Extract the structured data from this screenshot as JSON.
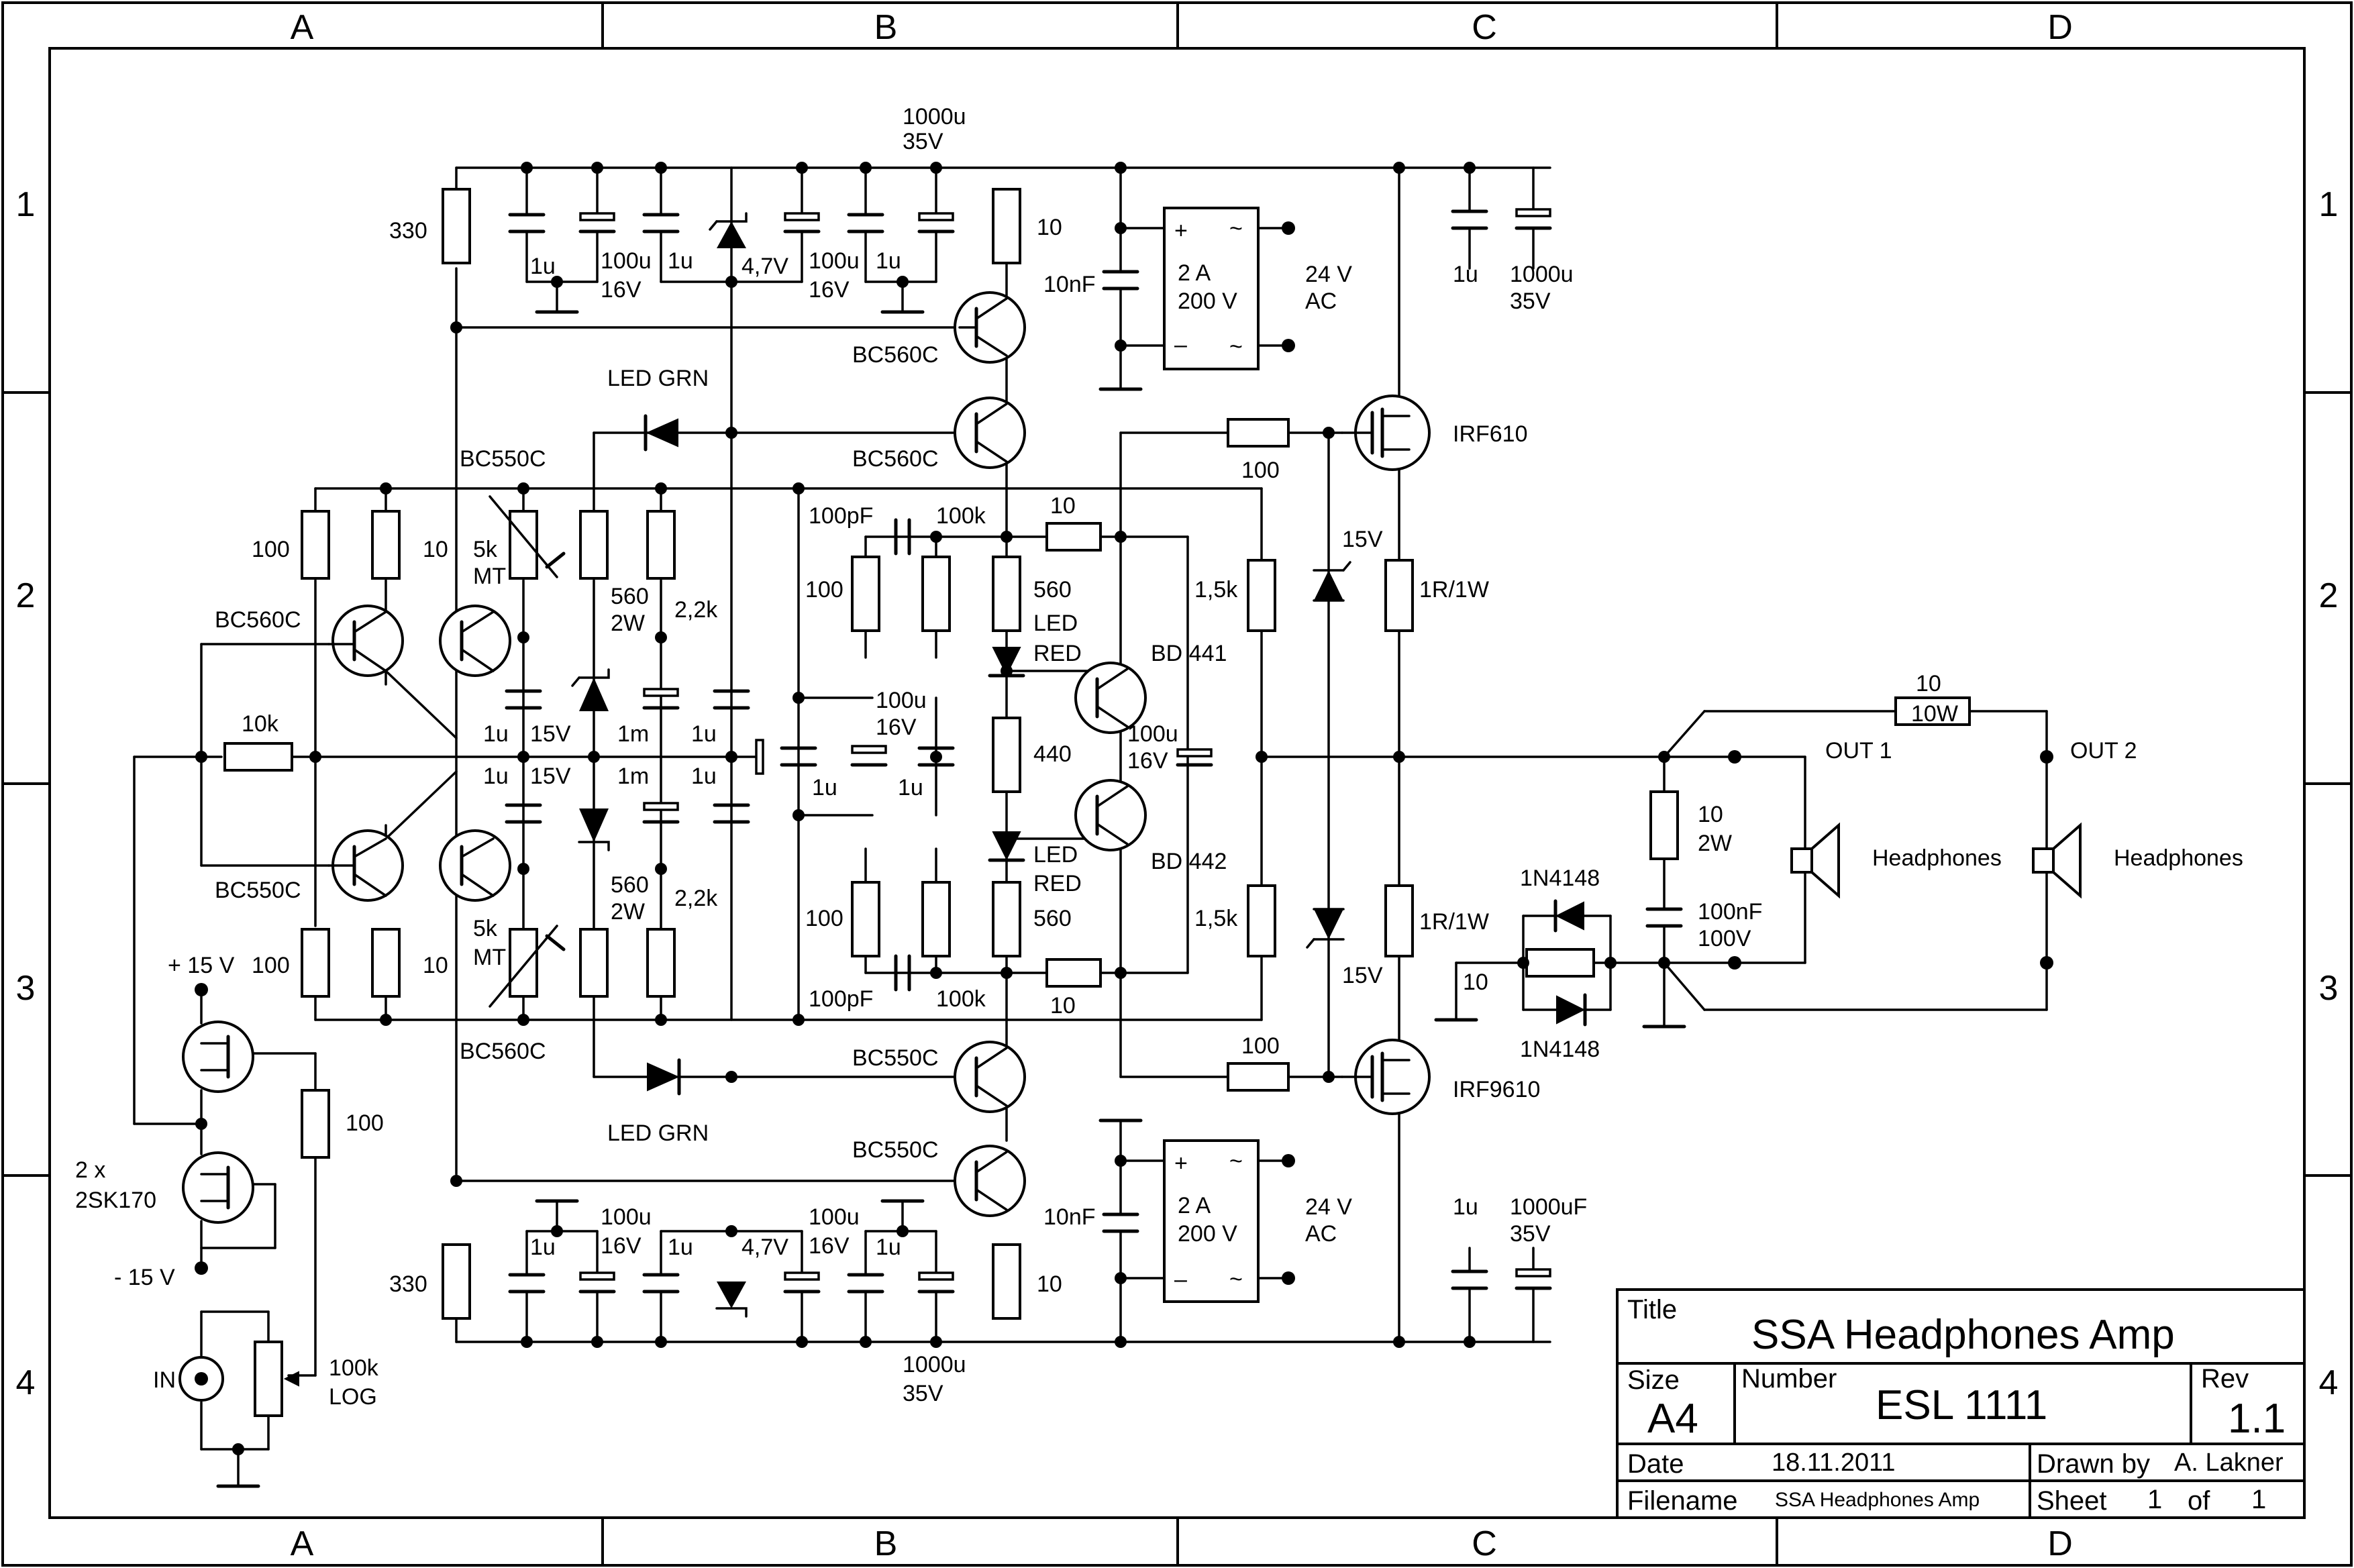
{
  "zones": {
    "cols": [
      "A",
      "B",
      "C",
      "D"
    ],
    "rows": [
      "1",
      "2",
      "3",
      "4"
    ]
  },
  "labels": {
    "r330_top": "330",
    "r330_bot": "330",
    "c1u": "1u",
    "c100u": "100u",
    "v16": "16V",
    "z47": "4,7V",
    "cap1000u": "1000u",
    "v35": "35V",
    "r10": "10",
    "c10nF": "10nF",
    "rect_a": "2 A",
    "rect_v": "200 V",
    "ac24": "24 V",
    "ac": "AC",
    "plus": "+",
    "minus": "–",
    "tilde": "~",
    "q_bc560c": "BC560C",
    "q_bc550c": "BC550C",
    "led_grn": "LED GRN",
    "r100": "100",
    "r5k": "5k",
    "mt": "MT",
    "r560": "560",
    "w2": "2W",
    "r2k2": "2,2k",
    "c100pF": "100pF",
    "r100k": "100k",
    "led": "LED",
    "red": "RED",
    "r10k": "10k",
    "z15": "15V",
    "c1m": "1m",
    "r440": "440",
    "c100u16": "100u",
    "bd441": "BD 441",
    "bd442": "BD 442",
    "r1k5": "1,5k",
    "irf610": "IRF610",
    "irf9610": "IRF9610",
    "r1r1w": "1R/1W",
    "r10_top": "10",
    "w10": "10W",
    "out1": "OUT 1",
    "out2": "OUT 2",
    "headphones": "Headphones",
    "r10_2w": "10",
    "c100nF": "100nF",
    "v100": "100V",
    "d1n4148": "1N4148",
    "plus15": "+ 15 V",
    "minus15": "- 15 V",
    "jfet_count": "2 x",
    "jfet": "2SK170",
    "in": "IN",
    "pot100k": "100k",
    "log": "LOG",
    "cap1000uF": "1000uF"
  },
  "title_block": {
    "title_label": "Title",
    "title": "SSA Headphones Amp",
    "size_label": "Size",
    "size": "A4",
    "number_label": "Number",
    "number": "ESL 1111",
    "rev_label": "Rev",
    "rev": "1.1",
    "date_label": "Date",
    "date": "18.11.2011",
    "drawn_label": "Drawn  by",
    "drawn": "A. Lakner",
    "filename_label": "Filename",
    "filename": "SSA Headphones Amp",
    "sheet_label": "Sheet",
    "sheet": "1",
    "of_label": "of",
    "of": "1"
  }
}
